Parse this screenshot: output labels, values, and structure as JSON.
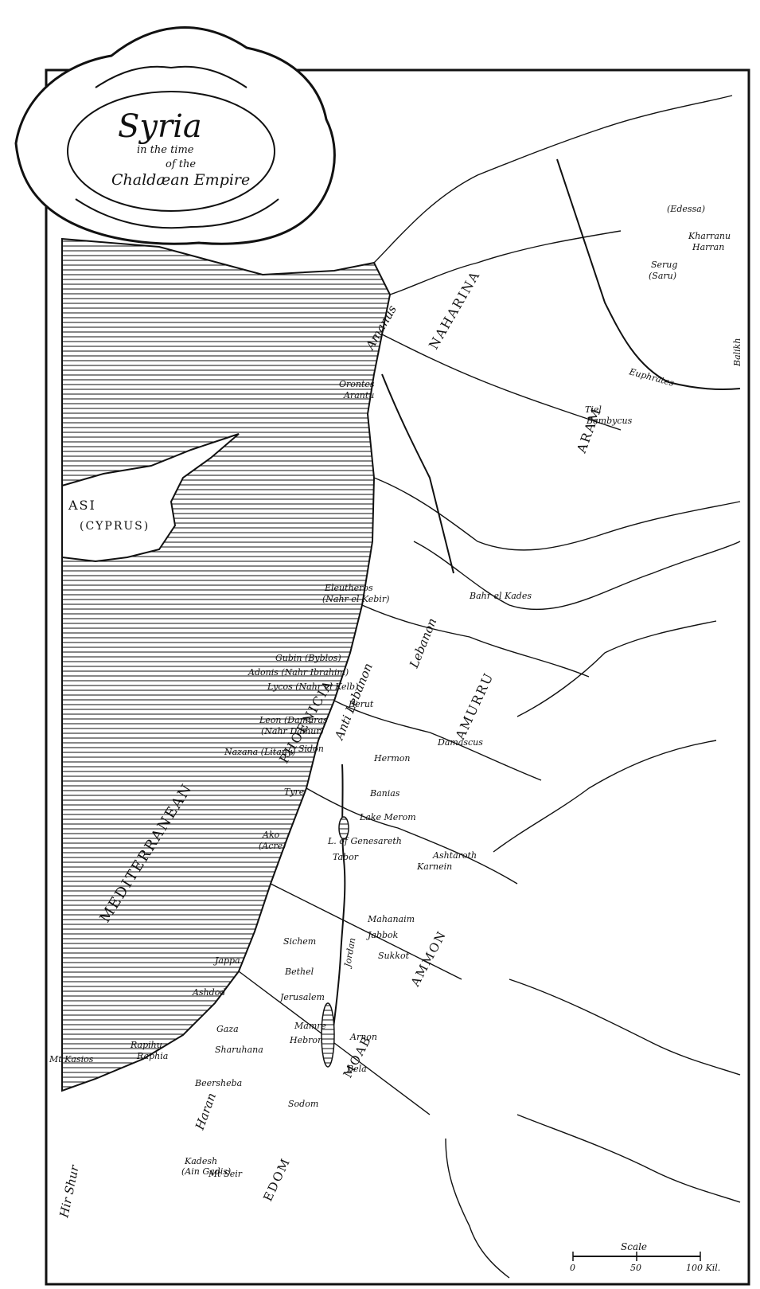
{
  "cartouche": {
    "title": "Syria",
    "subtitle_1": "in the time",
    "subtitle_2": "of the",
    "subtitle_3": "Chaldæan Empire"
  },
  "places": {
    "edessa": "(Edessa)",
    "kharranu": "Kharranu",
    "harran": "Harran",
    "serug": "Serug",
    "sarty": "(Saru)",
    "balikh": "Balikh",
    "euphrates": "Euphrates",
    "bambycus": "Tiel",
    "bambycus2": "Bambycus",
    "orontes_mouth": "Orontes",
    "arantu": "Arantu",
    "eleutheros": "Eleutheros",
    "nahr_kebir": "(Nahr el Kebir)",
    "bahr_kades": "Bahr el Kades",
    "gubin": "Gubin (Byblos)",
    "adonis": "Adonis (Nahr Ibrahim)",
    "lycos": "Lycos (Nahr el Kelb)",
    "berut": "Berut",
    "leon": "Leon (Damuras",
    "nahr_damur": "(Nahr Damur)",
    "sidon": "Sidon",
    "nazana": "Nazana (Litany)",
    "tyre": "Tyre",
    "ako": "Ako",
    "acre": "(Acre)",
    "damascus": "Damascus",
    "baniyas": "Banias",
    "lake_merom": "Lake Merom",
    "galilee": "L. of Genesareth",
    "tabor": "Tabor",
    "ashtaroth": "Ashtaroth",
    "karnein": "Karnein",
    "mahanaim": "Mahanaim",
    "jabbok": "Jabbok",
    "sukkot": "Sukkot",
    "sichem": "Sichem",
    "jappa": "Jappa",
    "bethel": "Bethel",
    "ashdod": "Ashdod",
    "jerusalem": "Jerusalem",
    "gaza": "Gaza",
    "mamre": "Mamre",
    "hebron": "Hebron",
    "arnon": "Arnon",
    "raphia": "Raphia",
    "raphia2": "Rapihu",
    "sharuhana": "Sharuhana",
    "beersheba": "Beersheba",
    "sodom": "Sodom",
    "bela": "Bela",
    "kasios": "Mt Kasios",
    "kadesh": "Kadesh",
    "ain_gadis": "(Ain Gadis)",
    "seir": "Mt Seir",
    "jordan": "Jordan",
    "hermon": "Hermon"
  },
  "regions": {
    "cyprus_a": "ASI",
    "cyprus_b": "(CYPRUS)",
    "mediterranean": "MEDITERRANEAN",
    "phoenicia": "PHOENICIA",
    "aram": "ARAM",
    "amurru": "AMURRU",
    "naharina": "NAHARINA",
    "ammon": "AMMON",
    "moab": "MOAB",
    "edom": "EDOM",
    "lebanon": "Lebanon",
    "anti_lebanon": "Anti Lebanon",
    "amanus": "Amanus",
    "shur": "Hir Shur",
    "haran_desert": "Haran"
  },
  "scale": {
    "label": "Scale",
    "t0": "0",
    "t1": "50",
    "t2": "100 Kil."
  }
}
